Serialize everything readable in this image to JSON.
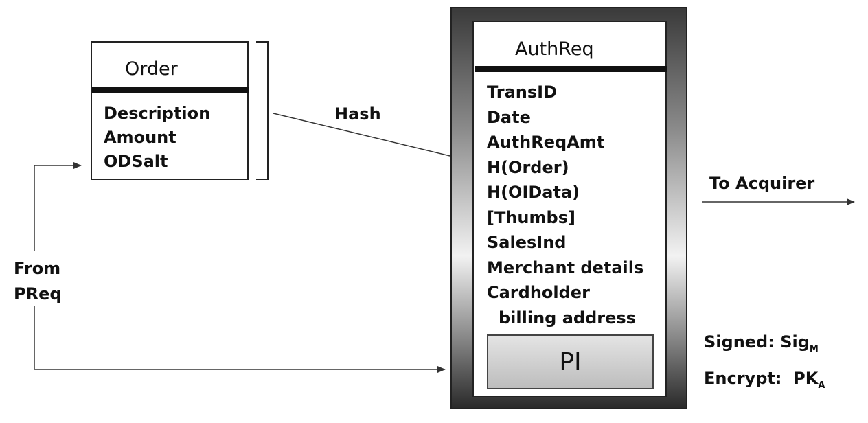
{
  "order": {
    "title": "Order",
    "fields": [
      "Description",
      "Amount",
      "ODSalt"
    ]
  },
  "authreq": {
    "title": "AuthReq",
    "fields": [
      "TransID",
      "Date",
      "AuthReqAmt",
      "H(Order)",
      "H(OIData)",
      "[Thumbs]",
      "SalesInd",
      "Merchant details",
      "Cardholder",
      "billing address"
    ],
    "pi_label": "PI"
  },
  "arrows": {
    "hash_label": "Hash",
    "to_acquirer_label": "To Acquirer",
    "from_label_line1": "From",
    "from_label_line2": "PReq"
  },
  "annotations": {
    "signed_prefix": "Signed: Sig",
    "signed_sub": "M",
    "encrypt_prefix": "Encrypt:  PK",
    "encrypt_sub": "A"
  }
}
